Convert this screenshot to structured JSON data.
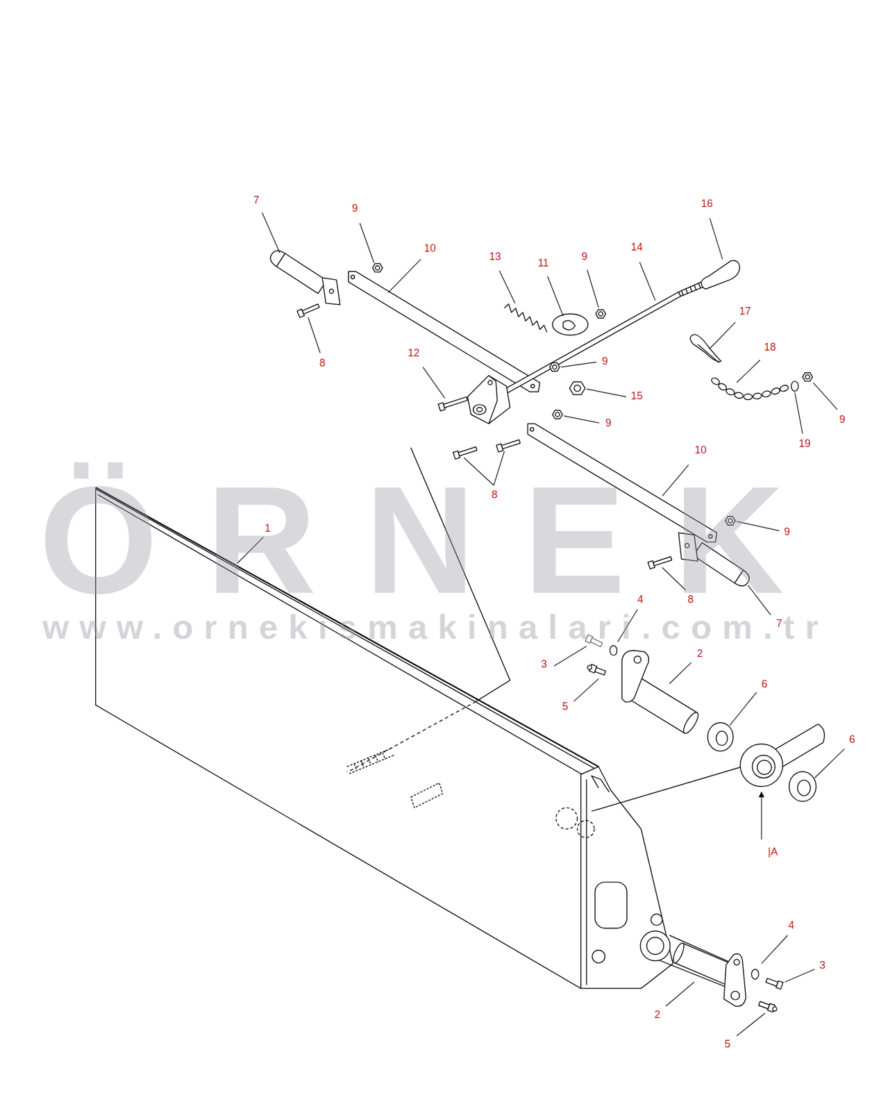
{
  "diagram": {
    "labels": [
      "ÖRNEK",
      "www.ornekismakinalari.com.tr",
      "7",
      "9",
      "10",
      "16",
      "13",
      "11",
      "9",
      "14",
      "17",
      "18",
      "8",
      "12",
      "9",
      "15",
      "9",
      "9",
      "19",
      "10",
      "8",
      "1",
      "9",
      "8",
      "4",
      "7",
      "2",
      "3",
      "6",
      "5",
      "6",
      "|A",
      "4",
      "3",
      "2",
      "5"
    ]
  }
}
